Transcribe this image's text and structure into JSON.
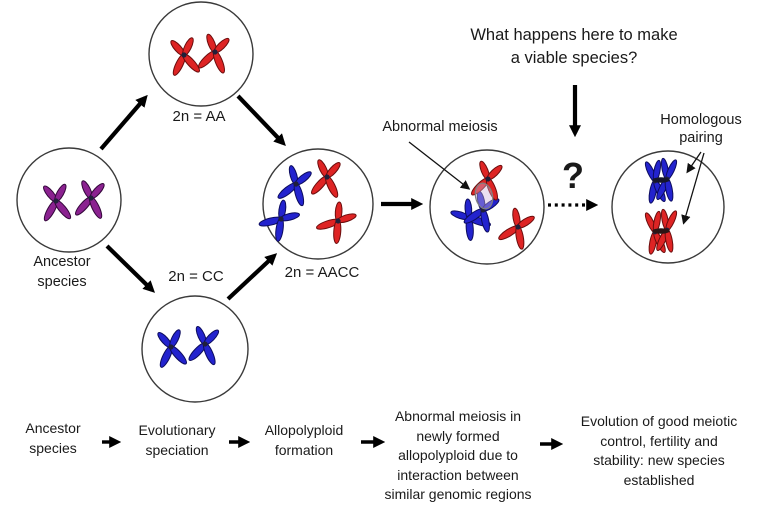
{
  "figure": {
    "question_heading": {
      "line1": "What happens here to make",
      "line2": "a viable species?"
    },
    "question_mark": "?",
    "labels": {
      "ancestor": {
        "line1": "Ancestor",
        "line2": "species"
      },
      "aa": "2n = AA",
      "cc": "2n = CC",
      "aacc": "2n = AACC",
      "abnormal_meiosis": "Abnormal meiosis",
      "homologous_pairing": {
        "line1": "Homologous",
        "line2": "pairing"
      }
    },
    "colors": {
      "ancestor_chromosome": "#8B2290",
      "genome_a_chromosome": "#DE2424",
      "genome_c_chromosome": "#2323CE",
      "arrow": "#000000",
      "cell_outline": "#3a3a3a"
    }
  },
  "flow": {
    "steps": [
      {
        "lines": [
          "Ancestor",
          "species"
        ]
      },
      {
        "lines": [
          "Evolutionary",
          "speciation"
        ]
      },
      {
        "lines": [
          "Allopolyploid",
          "formation"
        ]
      },
      {
        "lines": [
          "Abnormal meiosis in",
          "newly formed",
          "allopolyploid due to",
          "interaction between",
          "similar genomic regions"
        ]
      },
      {
        "lines": [
          "Evolution of good meiotic",
          "control, fertility and",
          "stability: new species",
          "established"
        ]
      }
    ]
  }
}
